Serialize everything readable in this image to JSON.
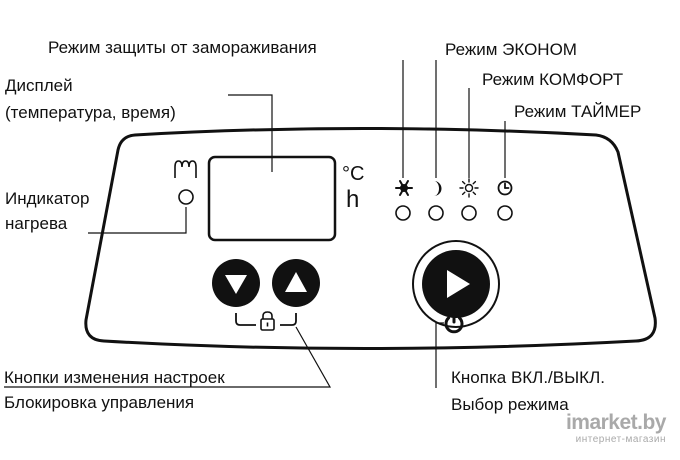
{
  "labels": {
    "freeze": "Режим защиты от замораживания",
    "display_line1": "Дисплей",
    "display_line2": "(температура, время)",
    "heating_line1": "Индикатор",
    "heating_line2": "нагрева",
    "settings_buttons": "Кнопки изменения настроек",
    "control_lock": "Блокировка управления",
    "eco": "Режим ЭКОНОМ",
    "comfort": "Режим КОМФОРТ",
    "timer": "Режим ТАЙМЕР",
    "power_button": "Кнопка ВКЛ./ВЫКЛ.",
    "mode_select": "Выбор режима"
  },
  "display_units": {
    "celsius": "°C",
    "hours": "h"
  },
  "watermark": {
    "brand": "imarket.by",
    "sub": "интернет-магазин"
  },
  "icons": [
    "heating-coil-icon",
    "snowflake-icon",
    "moon-icon",
    "sun-icon",
    "clock-icon",
    "arrow-down-icon",
    "arrow-up-icon",
    "lock-icon",
    "play-icon",
    "power-icon"
  ]
}
